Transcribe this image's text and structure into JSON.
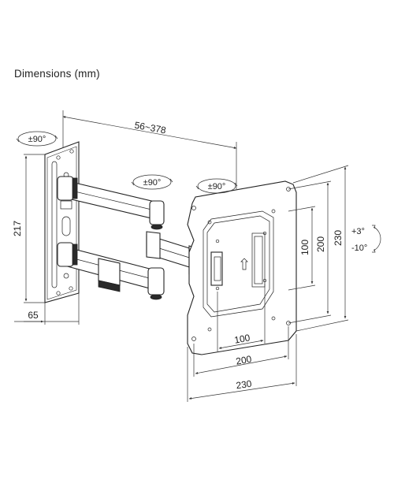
{
  "title": "Dimensions (mm)",
  "labels": {
    "arm_extension": "56~378",
    "swivel_left": "±90°",
    "swivel_mid": "±90°",
    "swivel_right": "±90°",
    "height_217": "217",
    "depth_65": "65",
    "vesa_v100": "100",
    "vesa_v200": "200",
    "vesa_v230": "230",
    "vesa_h100": "100",
    "vesa_h200": "200",
    "vesa_h230": "230",
    "tilt_up": "+3°",
    "tilt_down": "-10°"
  },
  "colors": {
    "line": "#222222",
    "background": "#ffffff"
  }
}
